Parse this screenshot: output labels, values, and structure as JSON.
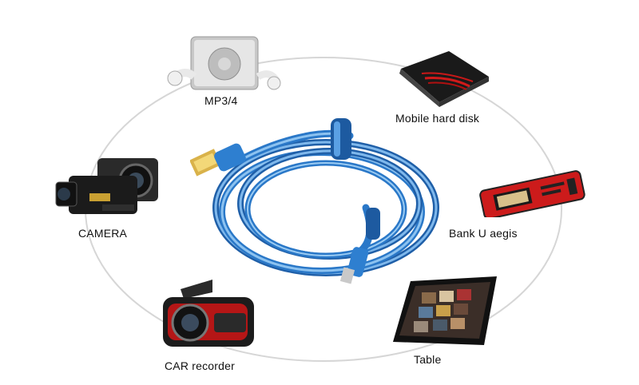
{
  "labels": {
    "mp3": "MP3/4",
    "mobile_hard_disk": "Mobile hard disk",
    "camera": "CAMERA",
    "bank_u_aegis": "Bank U aegis",
    "car_recorder": "CAR recorder",
    "table": "Table"
  },
  "devices": [
    {
      "name": "mp3-player",
      "icon": "mp3-player-icon"
    },
    {
      "name": "hard-disk",
      "icon": "hard-disk-icon"
    },
    {
      "name": "camera",
      "icon": "camera-icon"
    },
    {
      "name": "usb-key",
      "icon": "usb-key-icon"
    },
    {
      "name": "car-recorder",
      "icon": "dashcam-icon"
    },
    {
      "name": "tablet",
      "icon": "tablet-icon"
    }
  ],
  "colors": {
    "cable": "#2a78c8",
    "cable_light": "#7fb8ec",
    "ring": "#d6d6d6",
    "accent_red": "#d11a1a"
  }
}
